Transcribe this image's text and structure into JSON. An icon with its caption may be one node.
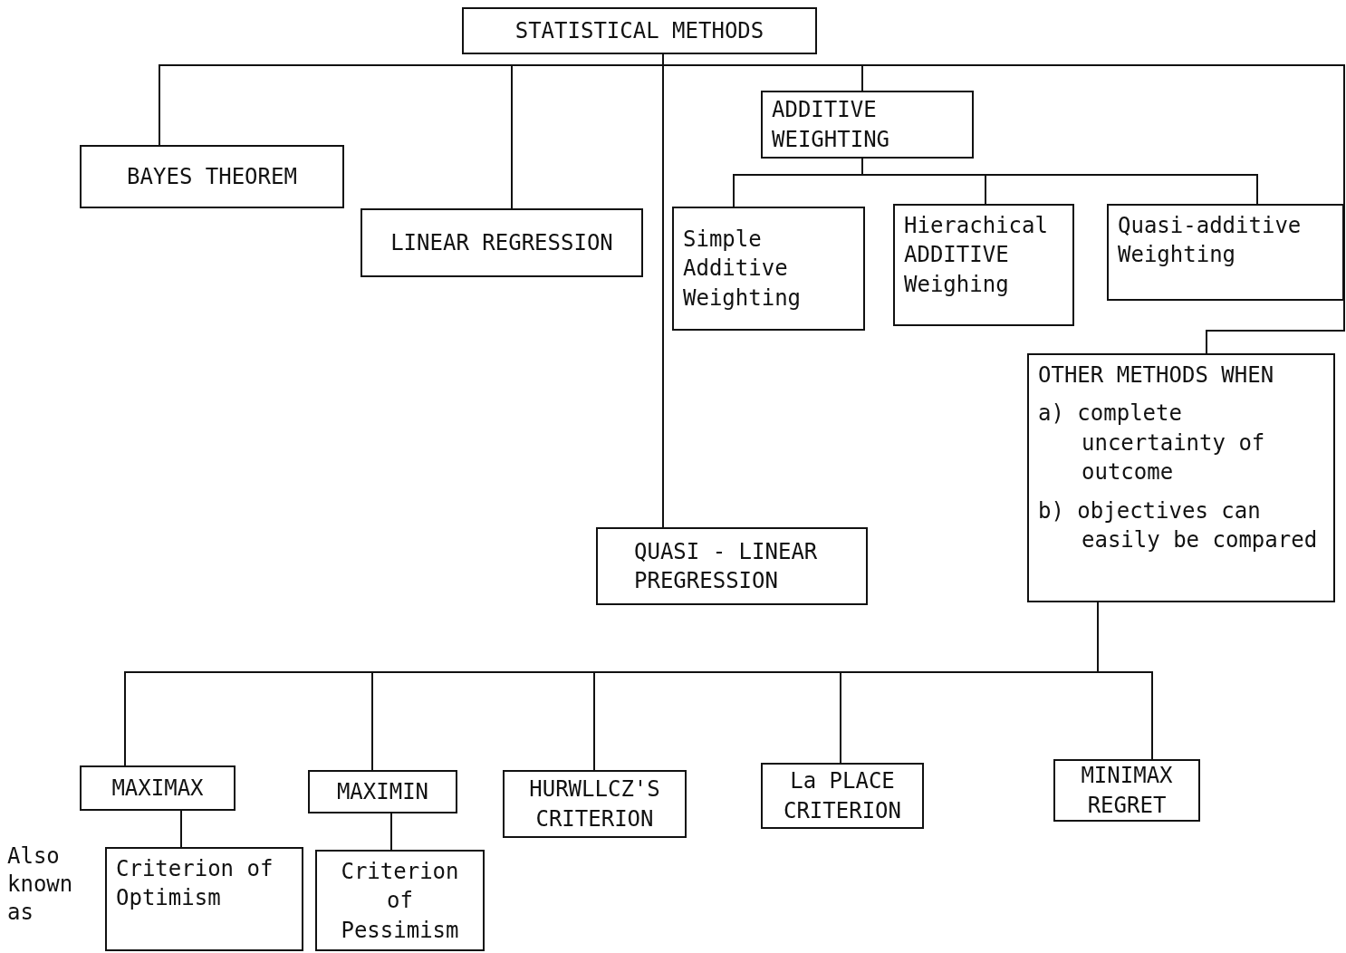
{
  "diagram": {
    "nodes": [
      {
        "text": [
          "STATISTICAL METHODS"
        ]
      },
      {
        "text": [
          "BAYES THEOREM"
        ]
      },
      {
        "text": [
          "LINEAR REGRESSION"
        ]
      },
      {
        "text": [
          "ADDITIVE WEIGHTING"
        ]
      },
      {
        "text": [
          "Simple Additive Weighting"
        ]
      },
      {
        "text": [
          "Hierachical ADDITIVE Weighing"
        ]
      },
      {
        "text": [
          "Quasi-additive Weighting"
        ]
      },
      {
        "text": [
          "QUASI - LINEAR PREGRESSION"
        ]
      },
      {
        "text": [
          "OTHER METHODS WHEN",
          "a) complete uncertainty of outcome",
          "b) objectives can easily be compared"
        ]
      },
      {
        "text": [
          "MAXIMAX"
        ]
      },
      {
        "text": [
          "MAXIMIN"
        ]
      },
      {
        "text": [
          "HURWLLCZ'S CRITERION"
        ]
      },
      {
        "text": [
          "La PLACE CRITERION"
        ]
      },
      {
        "text": [
          "MINIMAX REGRET"
        ]
      },
      {
        "text": [
          "Criterion of Optimism"
        ]
      },
      {
        "text": [
          "Criterion of Pessimism"
        ]
      }
    ],
    "edges": [
      {
        "from": 0,
        "to": 1,
        "arrow": "none"
      },
      {
        "from": 0,
        "to": 2,
        "arrow": "none"
      },
      {
        "from": 0,
        "to": 7,
        "arrow": "none"
      },
      {
        "from": 0,
        "to": 3,
        "arrow": "none"
      },
      {
        "from": 0,
        "to": 8,
        "arrow": "none"
      },
      {
        "from": 3,
        "to": 4,
        "arrow": "none"
      },
      {
        "from": 3,
        "to": 5,
        "arrow": "none"
      },
      {
        "from": 3,
        "to": 6,
        "arrow": "none"
      },
      {
        "from": 8,
        "to": 9,
        "arrow": "none"
      },
      {
        "from": 8,
        "to": 10,
        "arrow": "none"
      },
      {
        "from": 8,
        "to": 11,
        "arrow": "none"
      },
      {
        "from": 8,
        "to": 12,
        "arrow": "none"
      },
      {
        "from": 8,
        "to": 13,
        "arrow": "none"
      },
      {
        "from": 9,
        "to": 14,
        "arrow": "none"
      },
      {
        "from": 10,
        "to": 15,
        "arrow": "none"
      }
    ],
    "labels": [
      "Also known as"
    ]
  }
}
